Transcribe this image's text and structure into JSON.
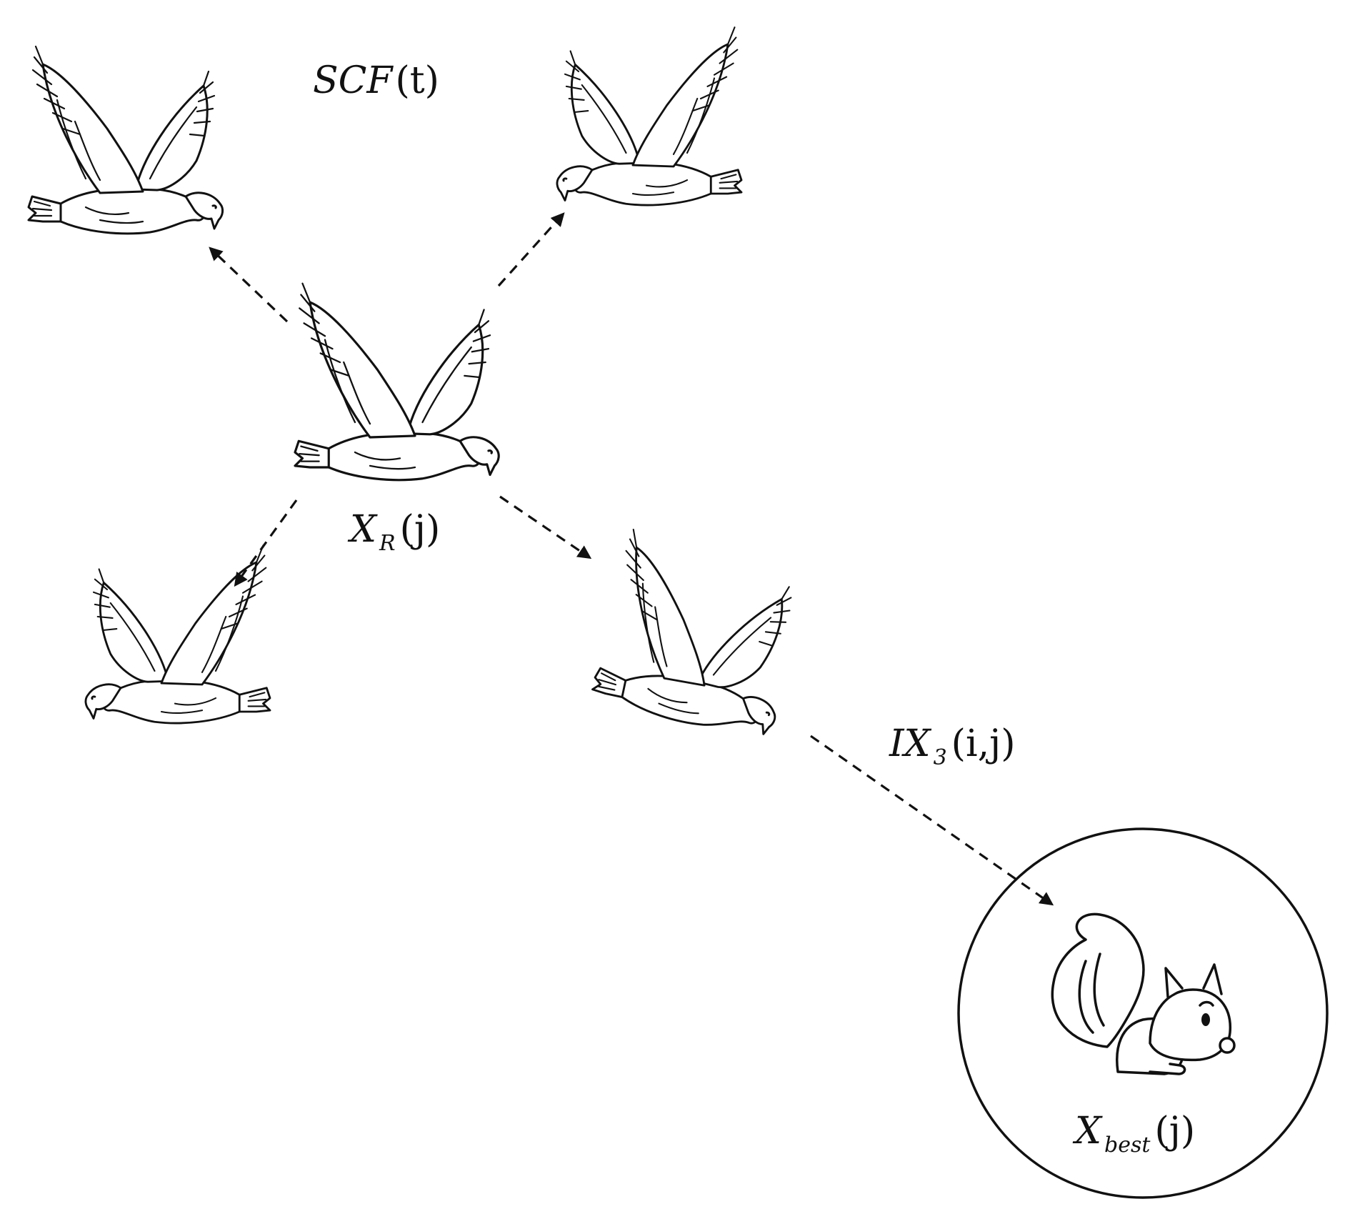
{
  "diagram": {
    "labels": {
      "scf": {
        "main": "SCF",
        "paren": "(t)"
      },
      "xr": {
        "main": "X",
        "sub": "R",
        "paren": "(j)"
      },
      "ix3": {
        "main": "IX",
        "sub": "3",
        "paren": "(i,j)"
      },
      "xbest": {
        "main": "X",
        "sub": "best",
        "paren": "(j)"
      }
    },
    "icons": [
      "eagle-icon",
      "eagle-icon",
      "eagle-icon",
      "eagle-icon",
      "eagle-diving-icon",
      "squirrel-icon"
    ],
    "colors": {
      "stroke": "#111111",
      "background": "#ffffff"
    }
  }
}
